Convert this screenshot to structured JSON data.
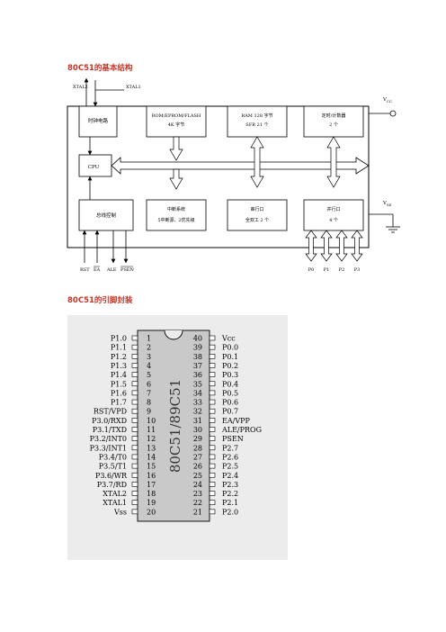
{
  "section1": {
    "title": "80C51的基本结构"
  },
  "block": {
    "top_pins": {
      "xtal2": "XTAL2",
      "xtal1": "XTAL1"
    },
    "vcc": {
      "main": "V",
      "sub": "CC"
    },
    "vss": {
      "main": "V",
      "sub": "SS"
    },
    "clock": "时钟电路",
    "rom": {
      "line1": "ROM/EPROM/FLASH",
      "line2": "4K 字节"
    },
    "ram": {
      "line1": "RAM 128 字节",
      "line2": "SFR 21 个"
    },
    "timer": {
      "line1": "定时/计数器",
      "line2": "2 个"
    },
    "cpu": "CPU",
    "bus_ctrl": "总线控制",
    "interrupt": {
      "line1": "中断系统",
      "line2": "5中断源、2优先级"
    },
    "serial": {
      "line1": "串行口",
      "line2": "全双工 2 个"
    },
    "parallel": {
      "line1": "并行口",
      "line2": "4 个"
    },
    "bottom_pins": {
      "rst": "RST",
      "ea": "EA",
      "ale": "ALE",
      "psen": "PSEN"
    },
    "ports": [
      "P0",
      "P1",
      "P2",
      "P3"
    ]
  },
  "section2": {
    "title": "80C51的引脚封装"
  },
  "package": {
    "chip_label": "80C51/89C51",
    "left_pins": [
      {
        "num": "1",
        "name": "P1.0"
      },
      {
        "num": "2",
        "name": "P1.1"
      },
      {
        "num": "3",
        "name": "P1.2"
      },
      {
        "num": "4",
        "name": "P1.3"
      },
      {
        "num": "5",
        "name": "P1.4"
      },
      {
        "num": "6",
        "name": "P1.5"
      },
      {
        "num": "7",
        "name": "P1.6"
      },
      {
        "num": "8",
        "name": "P1.7"
      },
      {
        "num": "9",
        "name": "RST/VPD"
      },
      {
        "num": "10",
        "name": "P3.0/RXD"
      },
      {
        "num": "11",
        "name": "P3.1/TXD"
      },
      {
        "num": "12",
        "name": "P3.2/INT0"
      },
      {
        "num": "13",
        "name": "P3.3/INT1"
      },
      {
        "num": "14",
        "name": "P3.4/T0"
      },
      {
        "num": "15",
        "name": "P3.5/T1"
      },
      {
        "num": "16",
        "name": "P3.6/WR"
      },
      {
        "num": "17",
        "name": "P3.7/RD"
      },
      {
        "num": "18",
        "name": "XTAL2"
      },
      {
        "num": "19",
        "name": "XTAL1"
      },
      {
        "num": "20",
        "name": "Vss"
      }
    ],
    "right_pins": [
      {
        "num": "40",
        "name": "Vcc"
      },
      {
        "num": "39",
        "name": "P0.0"
      },
      {
        "num": "38",
        "name": "P0.1"
      },
      {
        "num": "37",
        "name": "P0.2"
      },
      {
        "num": "36",
        "name": "P0.3"
      },
      {
        "num": "35",
        "name": "P0.4"
      },
      {
        "num": "34",
        "name": "P0.5"
      },
      {
        "num": "33",
        "name": "P0.6"
      },
      {
        "num": "32",
        "name": "P0.7"
      },
      {
        "num": "31",
        "name": "EA/VPP"
      },
      {
        "num": "30",
        "name": "ALE/PROG"
      },
      {
        "num": "29",
        "name": "PSEN"
      },
      {
        "num": "28",
        "name": "P2.7"
      },
      {
        "num": "27",
        "name": "P2.6"
      },
      {
        "num": "26",
        "name": "P2.5"
      },
      {
        "num": "25",
        "name": "P2.4"
      },
      {
        "num": "24",
        "name": "P2.3"
      },
      {
        "num": "23",
        "name": "P2.2"
      },
      {
        "num": "22",
        "name": "P2.1"
      },
      {
        "num": "21",
        "name": "P2.0"
      }
    ]
  }
}
